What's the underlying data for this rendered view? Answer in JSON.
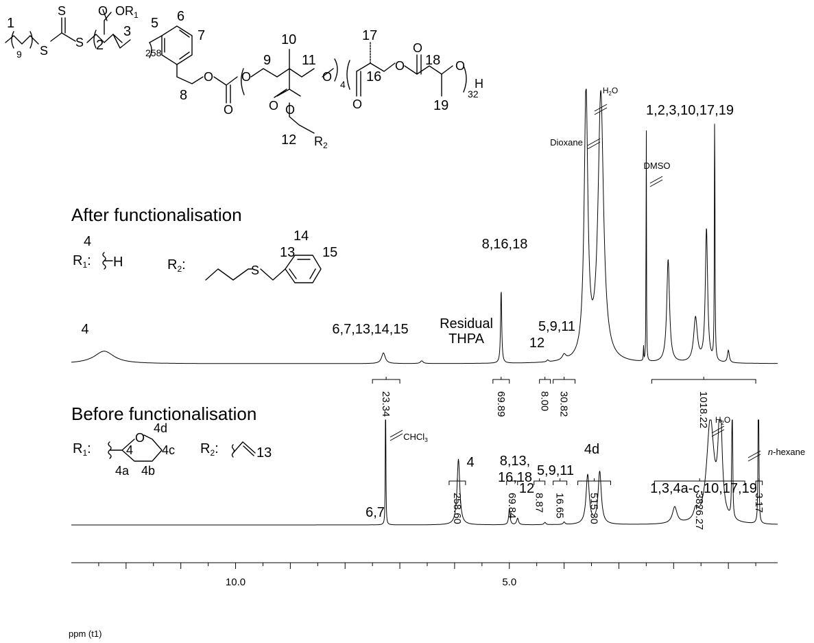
{
  "chart_data": {
    "type": "line",
    "x_axis": {
      "label": "ppm (t1)",
      "direction": "reversed",
      "range": [
        13.0,
        0.1
      ],
      "tick_labels": [
        "10.0",
        "5.0"
      ],
      "tick_values": [
        10,
        5
      ],
      "minor_step": 0.5,
      "major_step": 1.0
    },
    "structure": {
      "atom_labels": [
        "1",
        "2",
        "3",
        "5",
        "6",
        "7",
        "8",
        "9",
        "10",
        "11",
        "16",
        "17",
        "18",
        "19",
        "12"
      ],
      "subscripts": [
        "9",
        "258",
        "4",
        "32"
      ],
      "heteroatoms": [
        "S",
        "S",
        "S",
        "O",
        "O",
        "O",
        "O",
        "O",
        "O",
        "O",
        "O",
        "O",
        "O",
        "O",
        "O",
        "H"
      ],
      "r1_label": "OR",
      "r1_sub": "1",
      "r2_label": "R",
      "r2_sub": "2"
    },
    "series": [
      {
        "name": "After functionalisation",
        "r1_prefix": "R",
        "r1_sub": "1",
        "r1_colon": ":",
        "r1_text": "H",
        "r1_number": "4",
        "r2_prefix": "R",
        "r2_sub": "2",
        "r2_colon": ":",
        "r2_atom": "S",
        "r2_numbers": [
          "13",
          "14",
          "15"
        ],
        "peaks": [
          {
            "ppm": 12.4,
            "height": 0.07,
            "width": 0.22
          },
          {
            "ppm": 7.3,
            "height": 0.06,
            "width": 0.04
          },
          {
            "ppm": 6.6,
            "height": 0.015,
            "width": 0.03
          },
          {
            "ppm": 5.15,
            "height": 0.42,
            "width": 0.012
          },
          {
            "ppm": 4.3,
            "height": 0.01,
            "width": 0.02
          },
          {
            "ppm": 4.0,
            "height": 0.03,
            "width": 0.04
          },
          {
            "ppm": 3.6,
            "height": 1.5,
            "width": 0.04
          },
          {
            "ppm": 3.33,
            "height": 1.5,
            "width": 0.06
          },
          {
            "ppm": 2.55,
            "height": 0.09,
            "width": 0.004
          },
          {
            "ppm": 2.5,
            "height": 1.5,
            "width": 0.004
          },
          {
            "ppm": 2.1,
            "height": 0.58,
            "width": 0.03
          },
          {
            "ppm": 1.6,
            "height": 0.25,
            "width": 0.04
          },
          {
            "ppm": 1.4,
            "height": 0.75,
            "width": 0.025
          },
          {
            "ppm": 1.25,
            "height": 1.5,
            "width": 0.006
          },
          {
            "ppm": 1.0,
            "height": 0.07,
            "width": 0.02
          }
        ],
        "peak_labels": [
          {
            "text": "4",
            "ppm": 12.4
          },
          {
            "text": "6,7,13,14,15",
            "ppm": 7.3
          },
          {
            "text": "Residual",
            "ppm": 6.55
          },
          {
            "text": "THPA",
            "ppm": 6.55
          },
          {
            "text": "8,16,18",
            "ppm": 5.15
          },
          {
            "text": "12",
            "ppm": 4.3
          },
          {
            "text": "5,9,11",
            "ppm": 3.9
          },
          {
            "text": "Dioxane",
            "ppm": 3.75
          },
          {
            "text": "H",
            "sub": "2",
            "tail": "O",
            "ppm": 3.1
          },
          {
            "text": "DMSO",
            "ppm": 2.6
          },
          {
            "text": "1,2,3,10,17,19",
            "ppm": 1.4
          }
        ],
        "integrals": [
          {
            "from": 7.5,
            "to": 7.0,
            "value": "23.34"
          },
          {
            "from": 5.3,
            "to": 5.0,
            "value": "69.89"
          },
          {
            "from": 4.45,
            "to": 4.25,
            "value": "8.00"
          },
          {
            "from": 4.2,
            "to": 3.8,
            "value": "30.82"
          },
          {
            "from": 2.4,
            "to": 0.5,
            "value": "1018.22"
          }
        ]
      },
      {
        "name": "Before functionalisation",
        "r1_prefix": "R",
        "r1_sub": "1",
        "r1_colon": ":",
        "r1_ring_atom": "O",
        "r1_numbers": [
          "4",
          "4a",
          "4b",
          "4c",
          "4d"
        ],
        "r2_prefix": "R",
        "r2_sub": "2",
        "r2_colon": ":",
        "r2_number": "13",
        "peaks": [
          {
            "ppm": 7.26,
            "height": 1.5,
            "width": 0.004
          },
          {
            "ppm": 5.93,
            "height": 0.4,
            "width": 0.03
          },
          {
            "ppm": 5.0,
            "height": 0.1,
            "width": 0.015
          },
          {
            "ppm": 4.85,
            "height": 0.04,
            "width": 0.02
          },
          {
            "ppm": 4.35,
            "height": 0.014,
            "width": 0.02
          },
          {
            "ppm": 4.0,
            "height": 0.015,
            "width": 0.02
          },
          {
            "ppm": 3.57,
            "height": 0.3,
            "width": 0.035
          },
          {
            "ppm": 3.35,
            "height": 0.32,
            "width": 0.035
          },
          {
            "ppm": 1.98,
            "height": 0.1,
            "width": 0.05
          },
          {
            "ppm": 1.6,
            "height": 0.06,
            "width": 0.04
          },
          {
            "ppm": 1.33,
            "height": 0.62,
            "width": 0.08
          },
          {
            "ppm": 1.15,
            "height": 0.7,
            "width": 0.04
          },
          {
            "ppm": 0.93,
            "height": 1.5,
            "width": 0.006
          },
          {
            "ppm": 0.45,
            "height": 1.5,
            "width": 0.006
          }
        ],
        "peak_labels": [
          {
            "text": "6,7",
            "ppm": 7.6
          },
          {
            "text": "CHCl",
            "sub": "3",
            "ppm": 7.05
          },
          {
            "text": "4",
            "ppm": 5.93
          },
          {
            "text": "8,13,",
            "ppm": 5.0
          },
          {
            "text": "16,18",
            "ppm": 5.0
          },
          {
            "text": "12",
            "ppm": 4.5
          },
          {
            "text": "5,9,11",
            "ppm": 4.0
          },
          {
            "text": "4d",
            "ppm": 3.47
          },
          {
            "text": "H",
            "sub": "2",
            "tail": "O",
            "ppm": 1.15
          },
          {
            "text": "n",
            "tail": "-hexane",
            "ppm": 0.2
          },
          {
            "text": "1,3,4a-c,10,17,19",
            "ppm": 1.3
          }
        ],
        "integrals": [
          {
            "from": 6.1,
            "to": 5.8,
            "value": "258.60"
          },
          {
            "from": 5.05,
            "to": 4.85,
            "value": "69.84"
          },
          {
            "from": 4.55,
            "to": 4.35,
            "value": "8.87"
          },
          {
            "from": 4.2,
            "to": 3.95,
            "value": "16.65"
          },
          {
            "from": 3.75,
            "to": 3.15,
            "value": "515.30"
          },
          {
            "from": 2.35,
            "to": 0.7,
            "value": "3826.27"
          },
          {
            "from": 0.5,
            "to": 0.38,
            "value": "3.17"
          }
        ]
      }
    ]
  }
}
